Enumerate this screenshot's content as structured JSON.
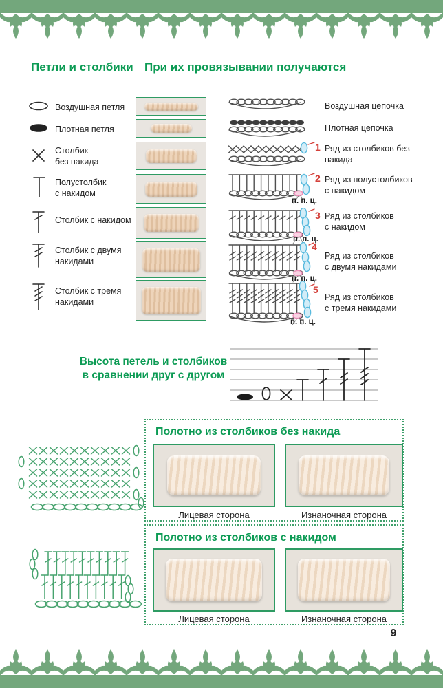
{
  "page_number": "9",
  "headers": {
    "left": "Петли и столбики",
    "right": "При их провязывании получаются"
  },
  "stitch_table": {
    "rows": [
      {
        "symbol": "air-loop",
        "name": "Воздушная петля",
        "result": "Воздушная цепочка"
      },
      {
        "symbol": "dense-loop",
        "name": "Плотная петля",
        "result": "Плотная цепочка"
      },
      {
        "symbol": "single-crochet",
        "name": "Столбик\nбез накида",
        "num": "1",
        "result": "Ряд из столбиков без\nнакида"
      },
      {
        "symbol": "half-double-crochet",
        "name": "Полустолбик\nс накидом",
        "num": "2",
        "result": "Ряд из полустолбиков\nс накидом",
        "ppc": "п. п. ц."
      },
      {
        "symbol": "double-crochet",
        "name": "Столбик с накидом",
        "num": "3",
        "result": "Ряд из столбиков\nс накидом",
        "ppc": "п. п. ц."
      },
      {
        "symbol": "treble-crochet",
        "name": "Столбик с двумя\nнакидами",
        "num": "4",
        "result": "Ряд из столбиков\nс двумя накидами",
        "ppc": "п. п. ц."
      },
      {
        "symbol": "double-treble",
        "name": "Столбик с тремя\nнакидами",
        "num": "5",
        "result": "Ряд из столбиков\nс тремя накидами",
        "ppc": "п. п. ц."
      }
    ]
  },
  "comparison": {
    "title": "Высота петель и столбиков\nв сравнении друг с другом"
  },
  "sections": [
    {
      "title": "Полотно из столбиков без накида",
      "captions": [
        "Лицевая сторона",
        "Изнаночная сторона"
      ]
    },
    {
      "title": "Полотно из столбиков с накидом",
      "captions": [
        "Лицевая сторона",
        "Изнаночная сторона"
      ]
    }
  ],
  "icons": {
    "air_loop": "open-oval-chain-stitch-icon",
    "dense_loop": "filled-oval-slip-stitch-icon",
    "single_crochet": "x-cross-stitch-icon",
    "half_double": "t-bar-stitch-icon",
    "double": "t-bar-one-slash-stitch-icon",
    "treble": "t-bar-two-slash-stitch-icon",
    "double_treble": "t-bar-three-slash-stitch-icon"
  },
  "colors": {
    "accent_green": "#0c9b54",
    "lace_green": "#73a77c",
    "chart_green": "#47a36e",
    "turning_chain_blue": "#58bade",
    "base_loop_pink": "#ee8fba",
    "number_red": "#d4403a"
  }
}
